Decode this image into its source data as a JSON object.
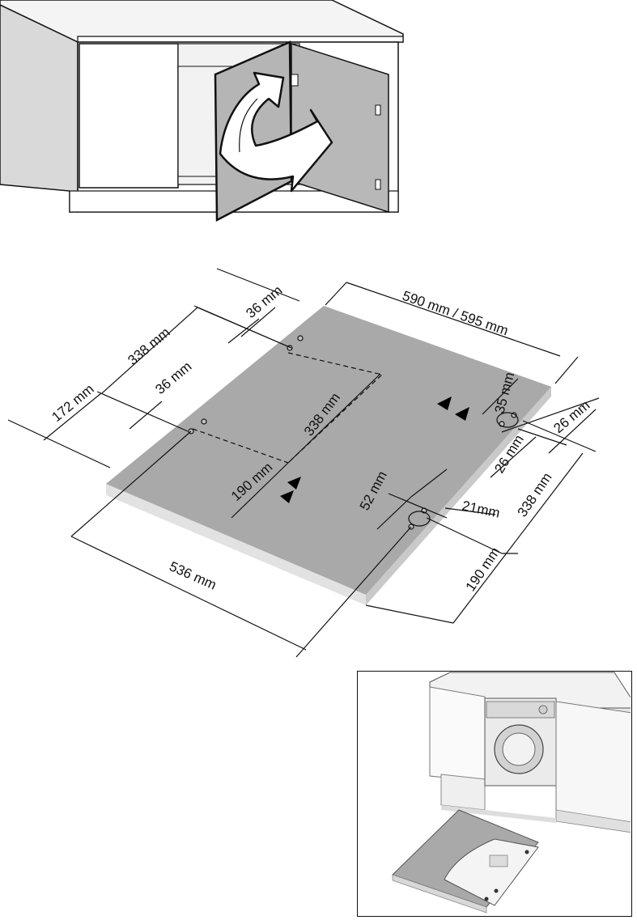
{
  "dimensions": {
    "depth": "590 mm / 595 mm",
    "width": "536 mm",
    "left_hinge_spacing": "338 mm",
    "left_top_hole_offset": "36 mm",
    "left_hole_offset": "36 mm",
    "left_edge_offset": "172 mm",
    "center_spacing": "338 mm",
    "center_offset": "190 mm",
    "right_hole_offset": "35 mm",
    "right_edge_26_a": "26 mm",
    "right_edge_26_b": "26 mm",
    "right_spacing": "338 mm",
    "right_bottom_offset": "190 mm",
    "bottom_hole_offset": "52 mm",
    "bottom_hole_edge": "21mm"
  },
  "colors": {
    "panel": "#a9a9a9",
    "panel_edge": "#d8d8d8",
    "outline": "#111111",
    "cabinet": "#ffffff",
    "door": "#b5b5b5"
  }
}
